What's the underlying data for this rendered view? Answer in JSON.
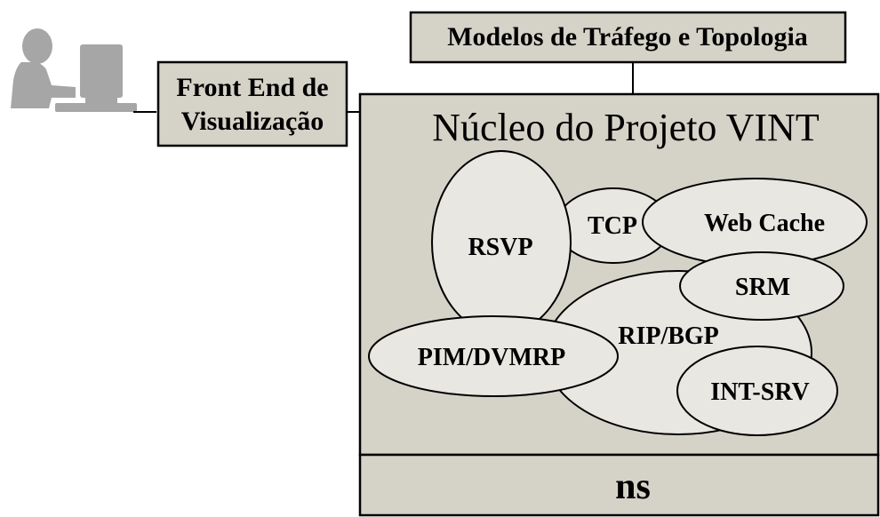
{
  "boxes": {
    "models": "Modelos de Tráfego e Topologia",
    "frontend_line1": "Front End de",
    "frontend_line2": "Visualização",
    "core_title": "Núcleo do Projeto VINT",
    "ns": "ns"
  },
  "protocols": {
    "rsvp": "RSVP",
    "tcp": "TCP",
    "web_cache": "Web Cache",
    "srm": "SRM",
    "rip_bgp": "RIP/BGP",
    "pim_dvmrp": "PIM/DVMRP",
    "int_srv": "INT-SRV"
  },
  "icons": {
    "user": "person-at-computer-icon"
  },
  "colors": {
    "box_fill": "#d5d2c8",
    "ellipse_fill": "#e9e7e1",
    "stroke": "#000000",
    "icon_gray": "#a6a6a6"
  }
}
